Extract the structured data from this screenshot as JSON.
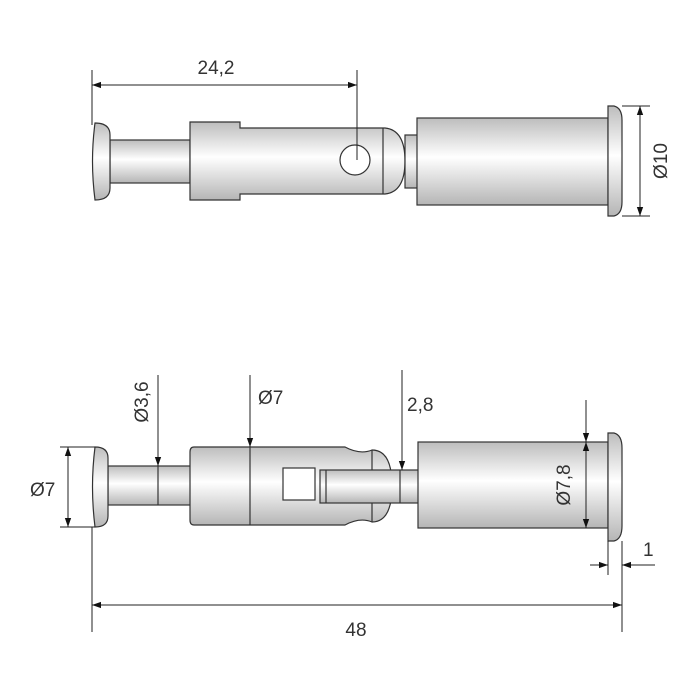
{
  "drawing": {
    "top_view": {
      "length_to_hole": "24,2",
      "flange_diameter": "Ø10"
    },
    "side_view": {
      "head_diameter": "Ø7",
      "neck_diameter": "Ø3,6",
      "body_diameter": "Ø7",
      "slot_width": "2,8",
      "sleeve_diameter": "Ø7,8",
      "flange_thickness": "1",
      "overall_length": "48"
    },
    "colors": {
      "metal_light": "#ffffff",
      "metal_dark": "#c8c8c8",
      "line": "#333333"
    }
  }
}
